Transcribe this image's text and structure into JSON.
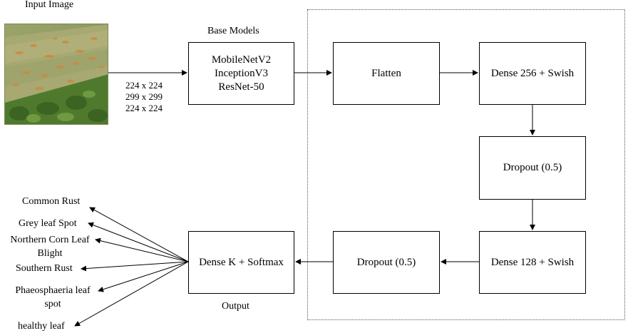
{
  "input": {
    "title": "Input Image"
  },
  "sizes": [
    "224 x 224",
    "299 x 299",
    "224 x 224"
  ],
  "base": {
    "title": "Base Models",
    "models": [
      "MobileNetV2",
      "InceptionV3",
      "ResNet-50"
    ]
  },
  "nodes": {
    "flatten": "Flatten",
    "dense256": "Dense 256 + Swish",
    "dropout1": "Dropout (0.5)",
    "dense128": "Dense 128 + Swish",
    "dropout2": "Dropout (0.5)",
    "denseK": "Dense K + Softmax"
  },
  "output": {
    "label": "Output"
  },
  "classes": {
    "c1": "Common Rust",
    "c2": "Grey leaf Spot",
    "c3a": "Northern Corn Leaf",
    "c3b": "Blight",
    "c4": "Southern Rust",
    "c5a": "Phaeosphaeria leaf",
    "c5b": "spot",
    "c6": "healthy leaf"
  }
}
